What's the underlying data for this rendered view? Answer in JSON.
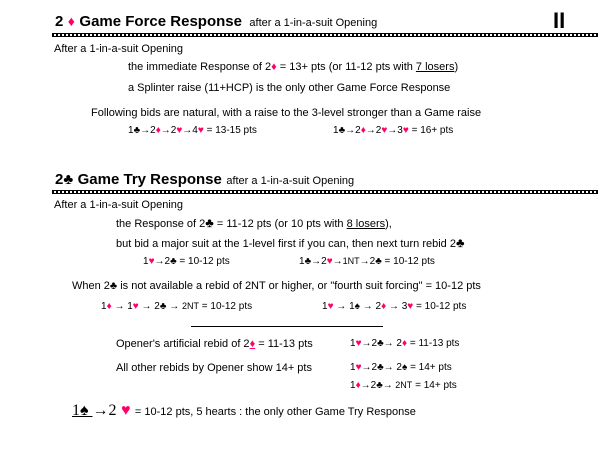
{
  "page_number": "II",
  "section1": {
    "title_num": "2",
    "title_suit": "♦",
    "title_text": "Game Force Response",
    "subtitle": "after a 1-in-a-suit Opening",
    "intro": "After a  1-in-a-suit Opening",
    "line1_a": "the immediate Response of 2",
    "line1_suit": "♦",
    "line1_b": " = 13+ pts  (or 11-12 pts with ",
    "line1_link": "7 losers",
    "line1_c": ")",
    "line2": "a Splinter raise (11+HCP)  is the only other Game Force Response",
    "line3": "Following bids are natural, with a raise to the 3-level stronger than a Game raise",
    "seq1": {
      "steps": [
        [
          "1",
          "♣",
          "blk"
        ],
        [
          "2",
          "♦",
          "red"
        ],
        [
          "2",
          "♥",
          "red"
        ],
        [
          "4",
          "♥",
          "red"
        ]
      ],
      "result": " = 13-15 pts"
    },
    "seq2": {
      "steps": [
        [
          "1",
          "♣",
          "blk"
        ],
        [
          "2",
          "♦",
          "red"
        ],
        [
          "2",
          "♥",
          "red"
        ],
        [
          "3",
          "♥",
          "red"
        ]
      ],
      "result": " = 16+ pts"
    }
  },
  "section2": {
    "title_num": "2",
    "title_suit": "♣",
    "title_text": "Game Try Response",
    "subtitle": "after a 1-in-a-suit Opening",
    "intro": "After a  1-in-a-suit Opening",
    "line1_a": "the Response of 2",
    "line1_suit": "♣",
    "line1_b": " = 11-12 pts (or 10 pts with ",
    "line1_link": "8 losers",
    "line1_c": "),",
    "line2_a": "but bid a major suit  at the 1-level first if you can, then next turn rebid 2",
    "line2_suit": "♣",
    "seq1_result": " = 10-12 pts",
    "seq2_result": " = 10-12 pts",
    "when_a": "When 2",
    "when_suit": "♣",
    "when_b": "  is not available a rebid of 2NT or higher, or  \"fourth suit forcing\"  = 10-12 pts",
    "seq3_result": " = 10-12 pts",
    "seq4_result": " = 10-12 pts",
    "opener_a": "Opener's artificial rebid of 2",
    "opener_suit": "♦",
    "opener_b": " = 11-13 pts",
    "seq5_result": " = 11-13 pts",
    "others": "All other  rebids by Opener show 14+ pts",
    "seq6_result": " =  14+ pts",
    "seq7_result": " =  14+ pts",
    "final_a": "1",
    "final_suit1": "♠",
    "final_arrow": "→",
    "final_b": "2",
    "final_suit2": "♥",
    "final_text": " = 10-12 pts, 5 hearts :  the only other Game Try  Response"
  },
  "colors": {
    "red_suit": "#ff0066",
    "black": "#000000"
  }
}
